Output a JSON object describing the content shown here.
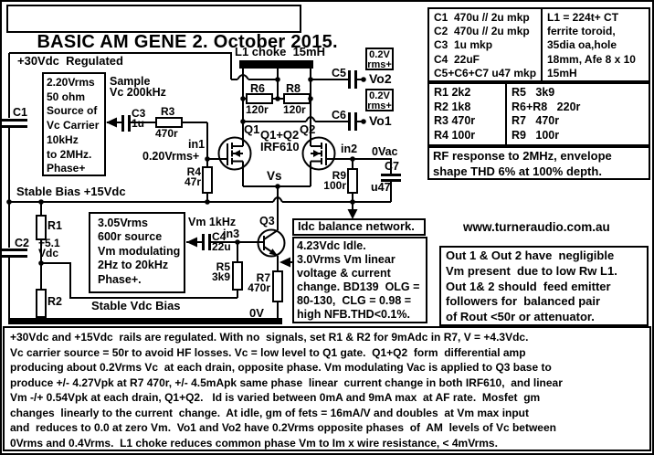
{
  "title": "BASIC AM GENE 2. October 2015.",
  "schematic": {
    "labels": {
      "rail_30v": "+30Vdc  Regulated",
      "sample": "Sample\nVc 200kHz",
      "c1": "C1",
      "c2": "C2",
      "c3": "C3\n1u",
      "c4": "C4\n22u",
      "c5": "C5",
      "c6": "C6",
      "c7": "C7",
      "c7_value": "u47",
      "r1": "R1",
      "r2": "R2",
      "r3": "R3",
      "r3_value": "470r",
      "r4": "R4\n47r",
      "r5": "R5\n3k9",
      "r6": "R6",
      "r6_value": "120r",
      "r7": "R7\n470r",
      "r8": "R8",
      "r8_value": "120r",
      "r9": "R9\n100r",
      "l1": "L1 choke  15mH",
      "q1": "Q1",
      "q2": "Q2",
      "q1q2": "Q1+Q2\nIRF610",
      "q3": "Q3",
      "in1": "in1",
      "in1_level": "0.20Vrms+",
      "in2": "in2",
      "in2_level": "0Vac",
      "in3": "in3",
      "vs": "Vs",
      "vm": "Vm 1kHz",
      "vo2": "Vo2",
      "vo1": "Vo1",
      "vo2_level": "0.2V\nrms+",
      "vo1_level": "0.2V\nrms+",
      "plus_5v1": "+5.1\nVdc",
      "stable_bias": "Stable Bias +15Vdc",
      "stable_vdc": "Stable Vdc Bias",
      "zero_v": "0V",
      "idc": "Idc balance network."
    },
    "source_box": "2.20Vrms\n50 ohm\nSource of\nVc Carrier\n10kHz\nto 2MHz.\nPhase+",
    "vm_box": "3.05Vrms\n600r source\nVm modulating\n2Hz to 20kHz\nPhase+.",
    "q3_box": "4.23Vdc Idle.\n3.0Vrms Vm linear\nvoltage & current\nchange. BD139  OLG =\n80-130,  CLG = 0.98 =\nhigh NFB.THD<0.1%."
  },
  "parts": {
    "capacitors": "C1  470u // 2u mkp\nC2  470u // 2u mkp\nC3  1u mkp\nC4  22uF\nC5+C6+C7 u47 mkp",
    "inductor": "L1 = 224t+ CT\nferrite toroid,\n35dia oa,hole\n18mm, Afe 8 x 10\n15mH",
    "resistors_left": "R1 2k2\nR2 1k8\nR3 470r\nR4 100r",
    "resistors_right": "R5   3k9\nR6+R8   220r\nR7   470r\nR9   100r",
    "rf_note": "RF response to 2MHz, envelope\nshape THD 6% at 100% depth."
  },
  "website": "www.turneraudio.com.au",
  "out_note": "Out 1 & Out 2 have  negligible\nVm present  due to low Rw L1.\nOut 1& 2 should  feed emitter\nfollowers for  balanced pair\nof Rout <50r or attenuator.",
  "bottom_note": "+30Vdc and +15Vdc  rails are regulated. With no  signals, set R1 & R2 for 9mAdc in R7, V = +4.3Vdc.\nVc carrier source = 50r to avoid HF losses. Vc = low level to Q1 gate.  Q1+Q2  form  differential amp\nproducing about 0.2Vrms Vc  at each drain, opposite phase. Vm modulating Vac is applied to Q3 base to\nproduce +/- 4.27Vpk at R7 470r, +/- 4.5mApk same phase  linear  current change in both IRF610,  and linear\nVm -/+ 0.54Vpk at each drain, Q1+Q2.   Id is varied between 0mA and 9mA max  at AF rate.  Mosfet  gm\nchanges  linearly to the current  change.  At idle, gm of fets = 16mA/V and doubles  at Vm max input\nand  reduces to 0.0 at zero Vm.  Vo1 and Vo2 have 0.2Vrms opposite phases  of  AM  levels of Vc between\n0Vrms and 0.4Vrms.  L1 choke reduces common phase Vm to Im x wire resistance, < 4mVrms."
}
